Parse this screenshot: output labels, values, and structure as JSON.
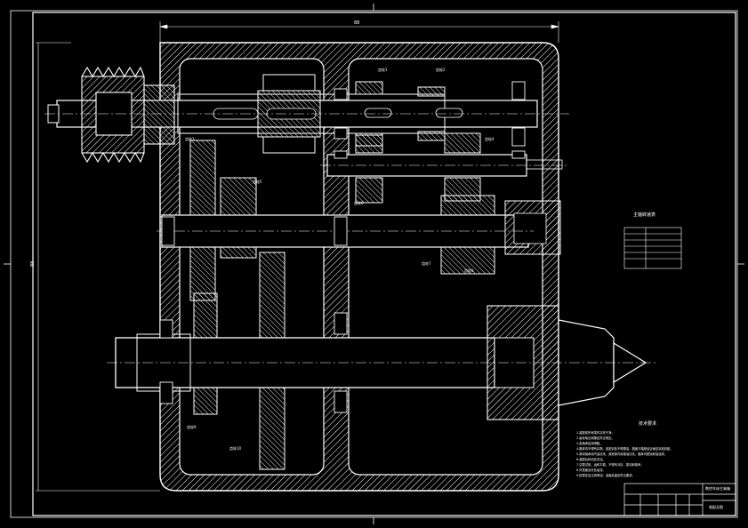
{
  "drawing": {
    "overall_dimension": "88",
    "height_dimension": "88",
    "colors": {
      "background": "#000000",
      "line": "#ffffff",
      "hatch": "#ffffff",
      "centerline": "#ffffff",
      "annotation": "#ffff40"
    }
  },
  "part_labels": {
    "top_left_gear": "齿轮1",
    "top_right_gear": "齿轮2",
    "mid_gear_a": "齿轮3",
    "mid_gear_b": "齿轮4",
    "mid_gear_c": "齿轮5",
    "shaft_label": "齿轮6",
    "lower_gear_a": "齿轮7",
    "lower_gear_b": "齿轮8",
    "bottom_gear": "齿轮9",
    "spindle_gear": "齿轮10"
  },
  "spec_table": {
    "title": "主轴转速表",
    "rows": [
      "",
      "",
      "",
      "",
      "",
      "",
      ""
    ]
  },
  "tech_requirements": {
    "title": "技术要求",
    "lines": [
      "1.装配前所有零件清洗干净。",
      "2.齿轮啮合侧隙应符合规定。",
      "3.各轴承加润滑脂。",
      "4.箱体内不得有杂物，各密封处不得漏油，箱盖与箱座结合面应涂密封胶。",
      "5.滚动轴承用汽油清洗，其他零件用煤油清洗，箱体内壁涂耐油油漆。",
      "6.装配后转动应灵活。",
      "7.空载试验，运转平稳，不得有冲击，振动和噪声。",
      "8.外表面涂灰色油漆。",
      "9.按规定加注润滑油，油面高度应符合要求。"
    ]
  },
  "title_block": {
    "title": "数控车床主轴箱",
    "drawing_name": "装配总图",
    "cells": [
      "",
      "",
      "",
      "",
      "",
      ""
    ]
  }
}
